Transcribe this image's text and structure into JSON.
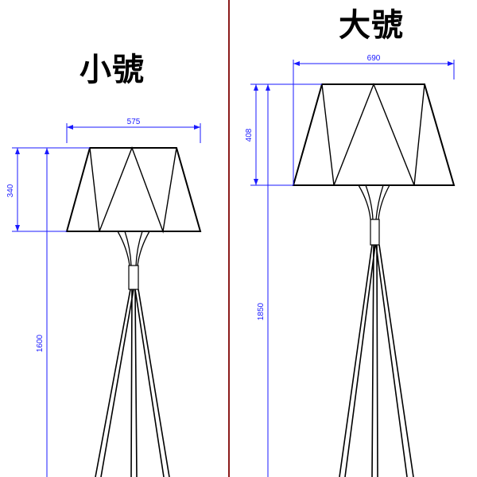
{
  "small": {
    "title": "小號",
    "shade_width": "575",
    "shade_height": "340",
    "total_height": "1600"
  },
  "large": {
    "title": "大號",
    "shade_width": "690",
    "shade_height": "408",
    "total_height": "1850"
  },
  "colors": {
    "dimension": "#1a1aff",
    "divider": "#8b1a1a",
    "drawing": "#000000"
  }
}
